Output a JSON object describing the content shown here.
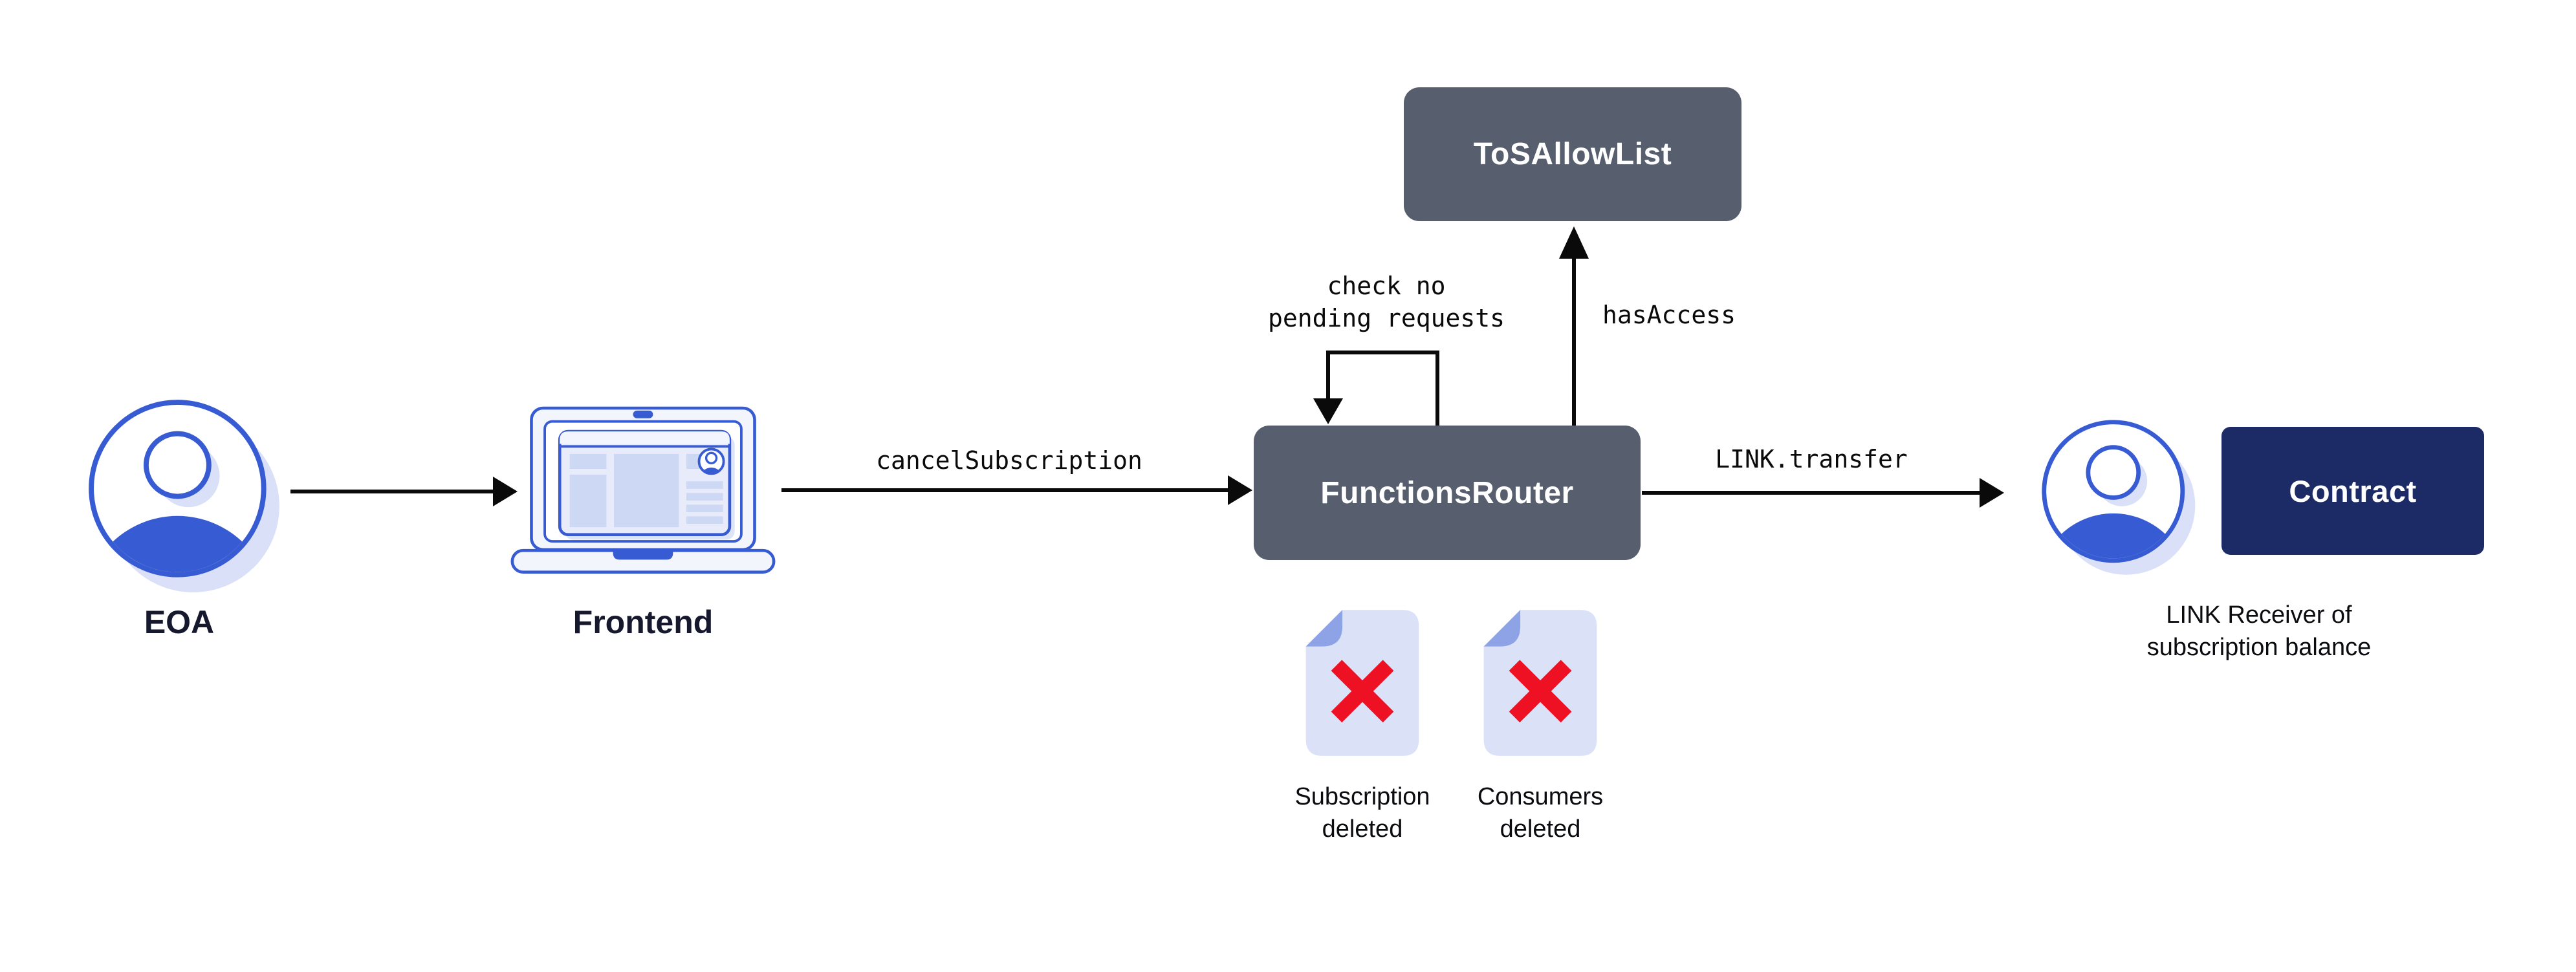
{
  "diagram": {
    "description": "Cancel subscription flow diagram",
    "background": "#FFFFFF"
  },
  "colors": {
    "chainlink_blue": "#375BD2",
    "slate_box": "#575E6D",
    "navy_box": "#1C2B66",
    "shadow_periwinkle": "#D9E0F7",
    "doc_page": "#DBE2F8",
    "doc_fold": "#8EA3E6",
    "delete_red": "#EE1123",
    "line_black": "#0A0A0A",
    "label_dark": "#16192E",
    "text_black": "#0B0C10"
  },
  "icons": {
    "eoa": "person-icon",
    "frontend": "laptop-icon",
    "link_receiver": "person-icon",
    "subscription_deleted": "document-deleted-icon",
    "consumers_deleted": "document-deleted-icon"
  },
  "nodes": {
    "eoa": {
      "label": "EOA"
    },
    "frontend": {
      "label": "Frontend"
    },
    "functions_router": {
      "label": "FunctionsRouter"
    },
    "tos_allow_list": {
      "label": "ToSAllowList"
    },
    "contract": {
      "label": "Contract"
    },
    "link_receiver": {
      "line1": "LINK Receiver of",
      "line2": "subscription balance"
    },
    "subscription_deleted": {
      "line1": "Subscription",
      "line2": "deleted"
    },
    "consumers_deleted": {
      "line1": "Consumers",
      "line2": "deleted"
    }
  },
  "edges": {
    "cancel_subscription": {
      "label": "cancelSubscription"
    },
    "link_transfer": {
      "label": "LINK.transfer"
    },
    "has_access": {
      "label": "hasAccess"
    },
    "check_no_pending": {
      "line1": "check no",
      "line2": "pending requests"
    }
  }
}
